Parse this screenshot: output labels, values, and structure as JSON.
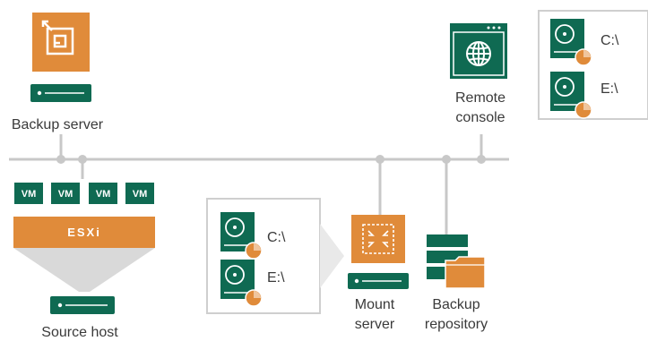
{
  "colors": {
    "teal": "#0f6a52",
    "orange": "#e08b3a",
    "line": "#c8c8c8",
    "panel_border": "#cfcfcf"
  },
  "backup_server": {
    "label": "Backup server",
    "icon": "backup-server-icon"
  },
  "remote_console": {
    "label_line1": "Remote",
    "label_line2": "console",
    "icon": "globe-icon"
  },
  "remote_panel": {
    "drives": [
      {
        "label": "C:\\"
      },
      {
        "label": "E:\\"
      }
    ]
  },
  "source_host": {
    "label": "Source host",
    "hypervisor": "ESXi",
    "vms": [
      "VM",
      "VM",
      "VM",
      "VM"
    ]
  },
  "mount_panel": {
    "drives": [
      {
        "label": "C:\\"
      },
      {
        "label": "E:\\"
      }
    ]
  },
  "mount_server": {
    "label_line1": "Mount",
    "label_line2": "server"
  },
  "backup_repository": {
    "label_line1": "Backup",
    "label_line2": "repository"
  }
}
